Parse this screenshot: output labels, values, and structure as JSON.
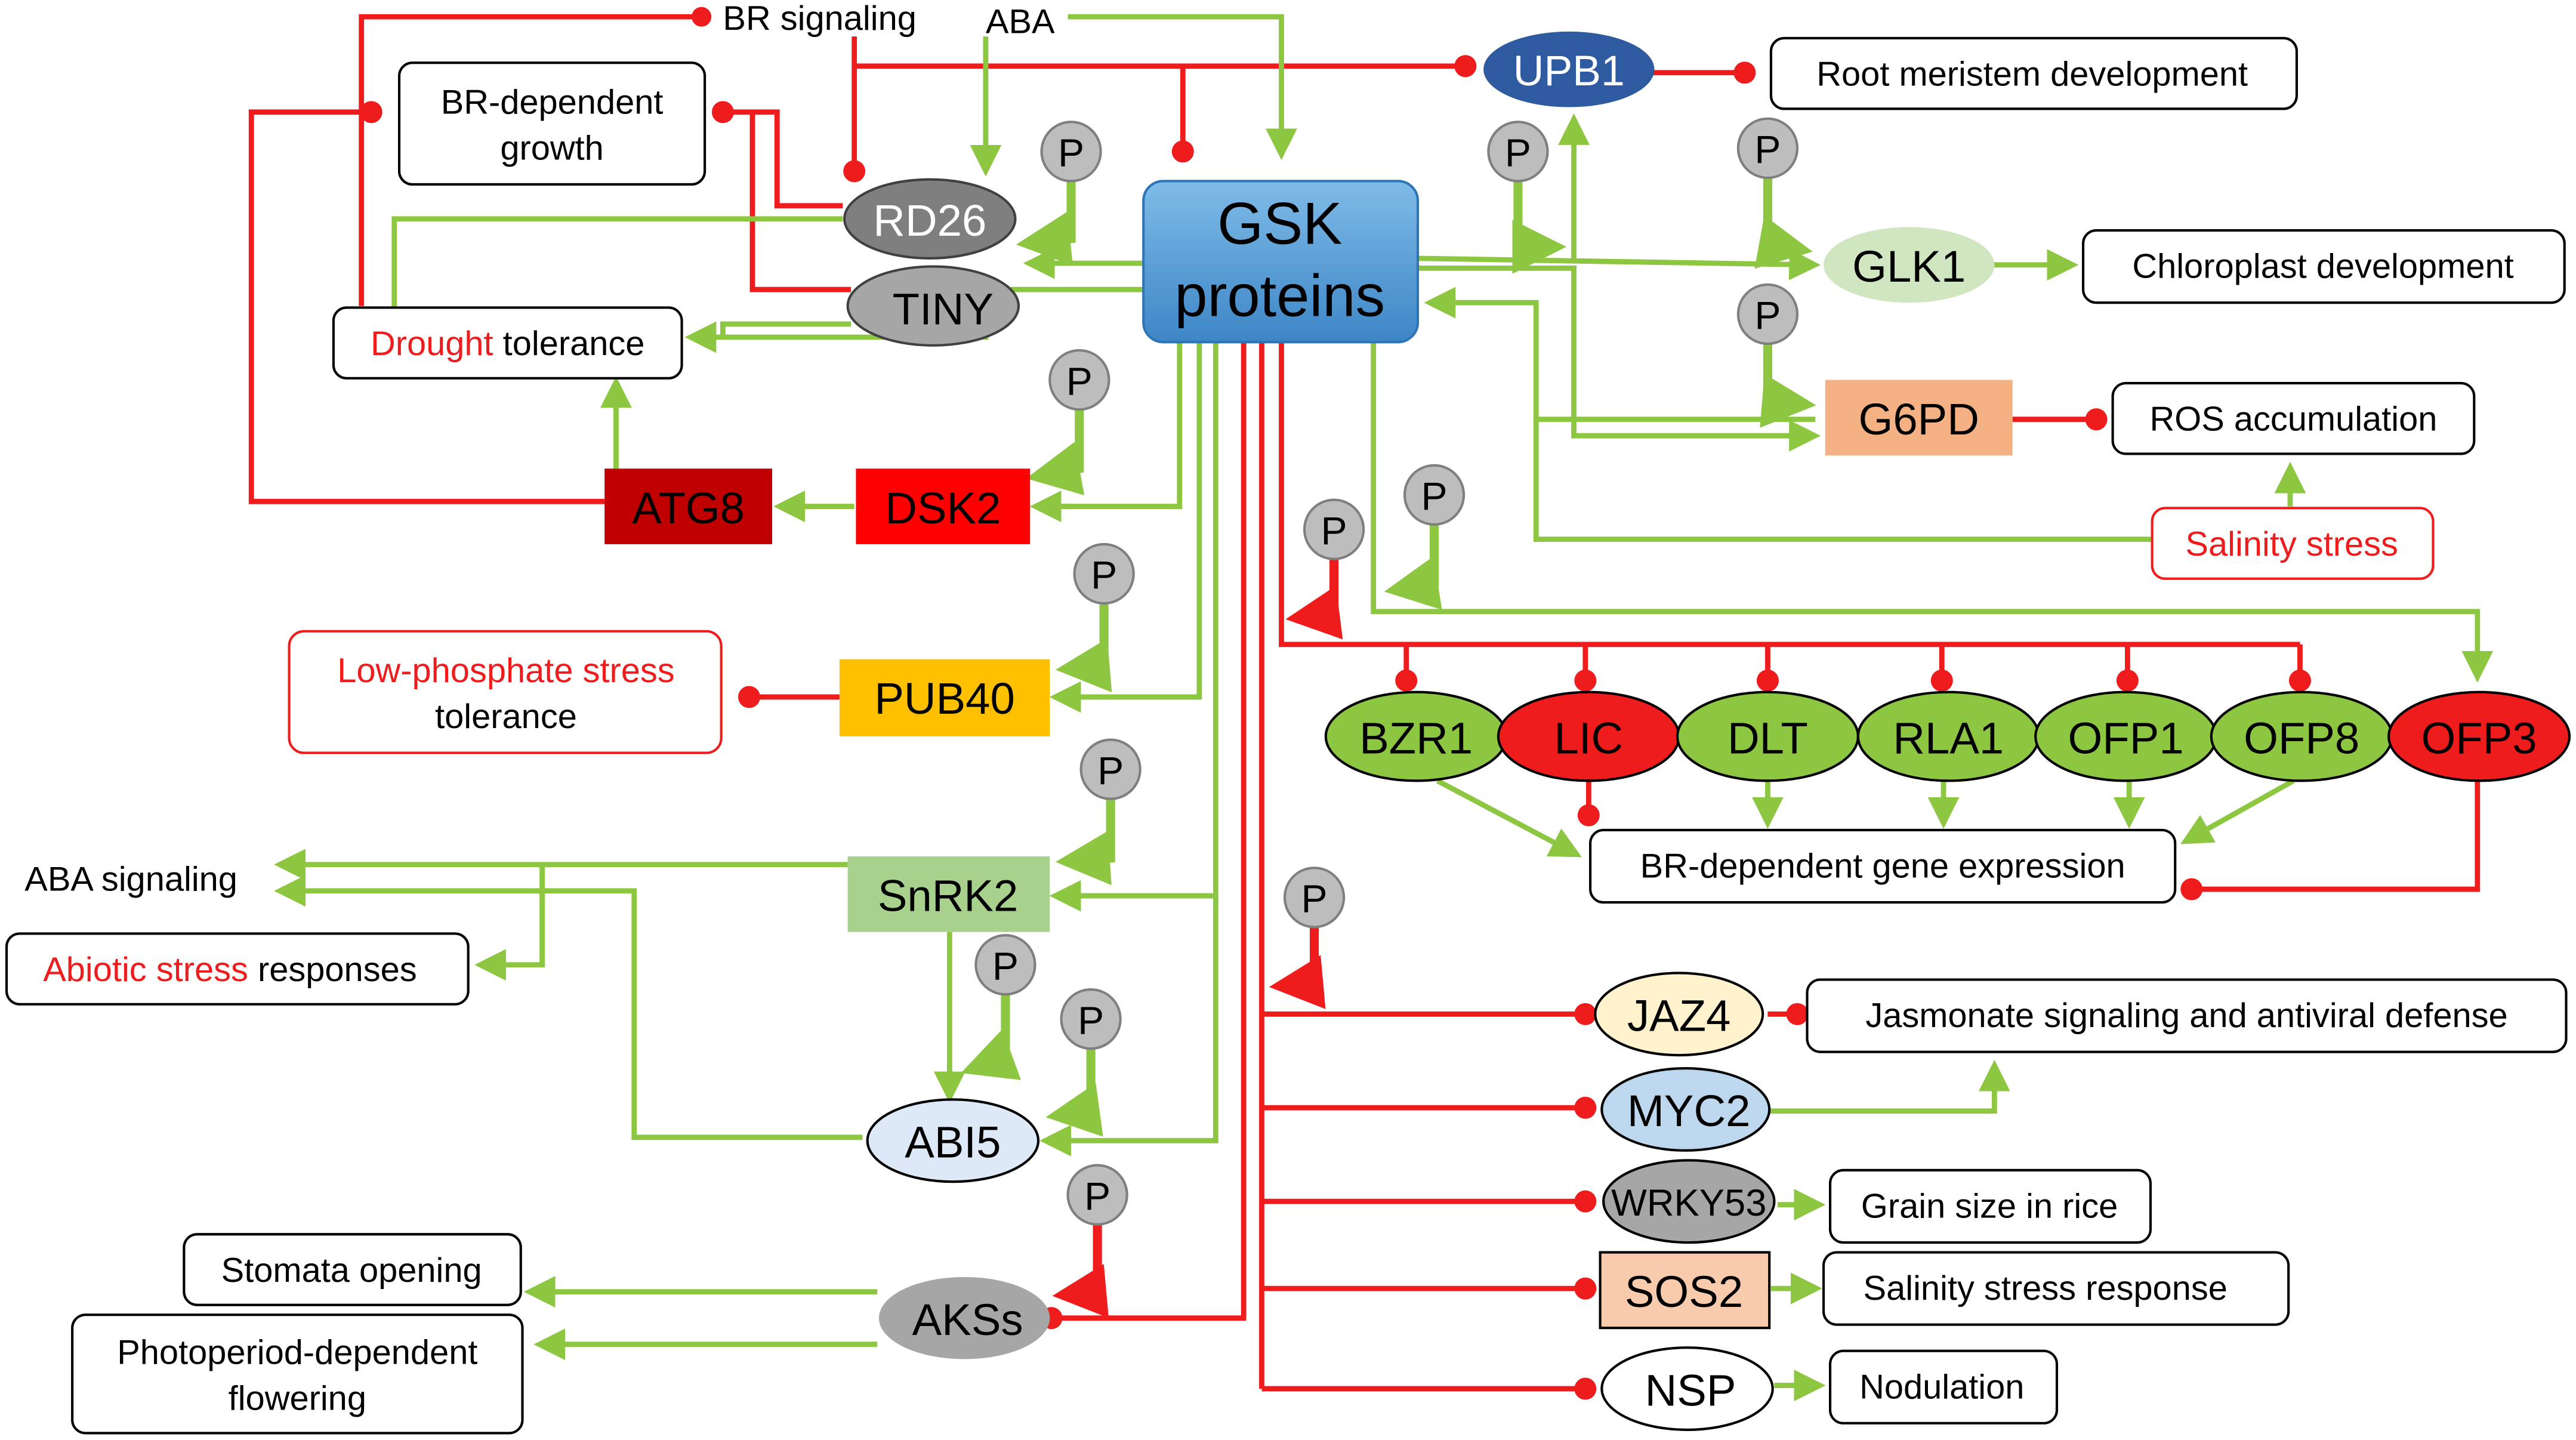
{
  "colors": {
    "activate": "#8dc641",
    "inhibit": "#ee1c1c",
    "phospho_fill": "#bdbdbd",
    "gsk_fill": "#4b93d0",
    "upb1_fill": "#2e5aa0",
    "green_oval": "#8dc641",
    "red_oval": "#ee1c1c",
    "gray_oval": "#7f7f7f",
    "tiny_fill": "#a6a6a6",
    "glk1_fill": "#cfe6c0",
    "g6pd_fill": "#f4b183",
    "atg8_fill": "#c00000",
    "dsk2_fill": "#ff0000",
    "pub40_fill": "#ffc000",
    "snrk2_fill": "#a9d18e",
    "abi5_fill": "#dde9f7",
    "aks_fill": "#a6a6a6",
    "jaz4_fill": "#fff2cc",
    "myc2_fill": "#bdd7ee",
    "wrky53_fill": "#a6a6a6",
    "sos2_fill": "#f8cbad"
  },
  "phospho_label": "P",
  "gsk": {
    "line1": "GSK",
    "line2": "proteins"
  },
  "signals": {
    "br_signaling": "BR signaling",
    "aba": "ABA",
    "aba_signaling": "ABA signaling"
  },
  "nodes": {
    "upb1": "UPB1",
    "rd26": "RD26",
    "tiny": "TINY",
    "glk1": "GLK1",
    "g6pd": "G6PD",
    "atg8": "ATG8",
    "dsk2": "DSK2",
    "pub40": "PUB40",
    "snrk2": "SnRK2",
    "abi5": "ABI5",
    "aks": "AKSs",
    "jaz4": "JAZ4",
    "myc2": "MYC2",
    "wrky53": "WRKY53",
    "sos2": "SOS2",
    "nsp": "NSP",
    "bzr1": "BZR1",
    "lic": "LIC",
    "dlt": "DLT",
    "rla1": "RLA1",
    "ofp1": "OFP1",
    "ofp8": "OFP8",
    "ofp3": "OFP3"
  },
  "outcomes": {
    "br_growth_1": "BR-dependent",
    "br_growth_2": "growth",
    "drought_red": "Drought",
    "drought_rest": " tolerance",
    "root_meristem": "Root meristem development",
    "chloroplast": "Chloroplast development",
    "ros": "ROS accumulation",
    "salinity": "Salinity stress",
    "low_p_1": "Low-phosphate stress",
    "low_p_2": "tolerance",
    "abiotic_red": "Abiotic stress",
    "abiotic_rest": " responses",
    "br_gene": "BR-dependent gene expression",
    "stomata": "Stomata opening",
    "photoperiod_1": "Photoperiod-dependent",
    "photoperiod_2": "flowering",
    "jasmonate": "Jasmonate signaling and antiviral defense",
    "grain": "Grain size in rice",
    "salinity_resp": "Salinity stress response",
    "nodulation": "Nodulation"
  }
}
